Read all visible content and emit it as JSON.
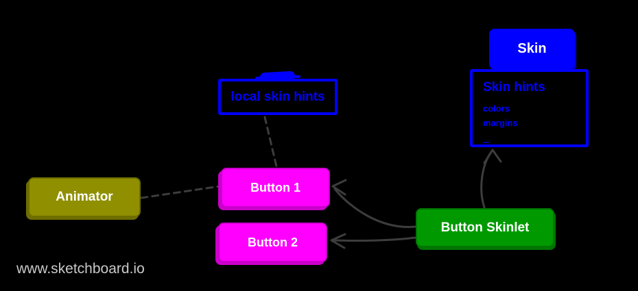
{
  "app": {
    "watermark": "www.sketchboard.io"
  },
  "colors": {
    "background": "#000000",
    "blue": "#0000ff",
    "magenta": "#ff00ff",
    "olive": "#8f8f00",
    "green": "#009a00",
    "edge_gray": "#3d3d3d",
    "watermark_gray": "#c9c9c9"
  },
  "nodes": {
    "skin": {
      "label": "Skin"
    },
    "skin_hints": {
      "title": "Skin hints",
      "items": [
        "colors",
        "margins",
        "..."
      ]
    },
    "local_skin_hints": {
      "label": "local skin hints"
    },
    "animator": {
      "label": "Animator"
    },
    "button1": {
      "label": "Button 1"
    },
    "button2": {
      "label": "Button 2"
    },
    "button_skinlet": {
      "label": "Button Skinlet"
    }
  },
  "edges": [
    {
      "from": "animator",
      "to": "button1",
      "style": "dashed",
      "arrow": false
    },
    {
      "from": "local_skin_hints",
      "to": "button1",
      "style": "dashed",
      "arrow": false
    },
    {
      "from": "button_skinlet",
      "to": "button1",
      "style": "solid",
      "arrow": true
    },
    {
      "from": "button_skinlet",
      "to": "button2",
      "style": "solid",
      "arrow": true
    },
    {
      "from": "button_skinlet",
      "to": "skin_hints",
      "style": "solid",
      "arrow": true
    }
  ]
}
